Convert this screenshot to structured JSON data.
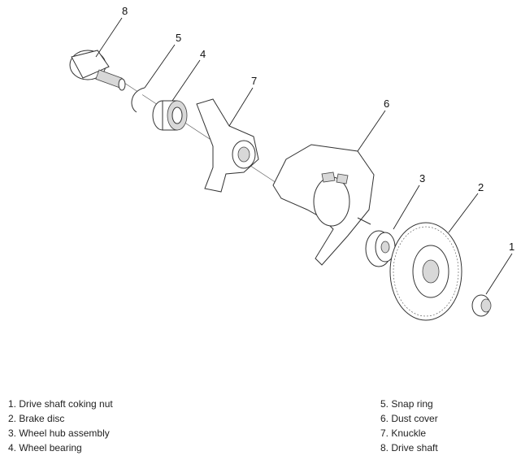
{
  "callouts": [
    "8",
    "5",
    "4",
    "7",
    "6",
    "3",
    "2",
    "1"
  ],
  "legend_left": [
    "1. Drive shaft coking nut",
    "2. Brake disc",
    "3. Wheel hub assembly",
    "4. Wheel bearing"
  ],
  "legend_right": [
    "5. Snap ring",
    "6. Dust cover",
    "7. Knuckle",
    "8. Drive shaft"
  ]
}
